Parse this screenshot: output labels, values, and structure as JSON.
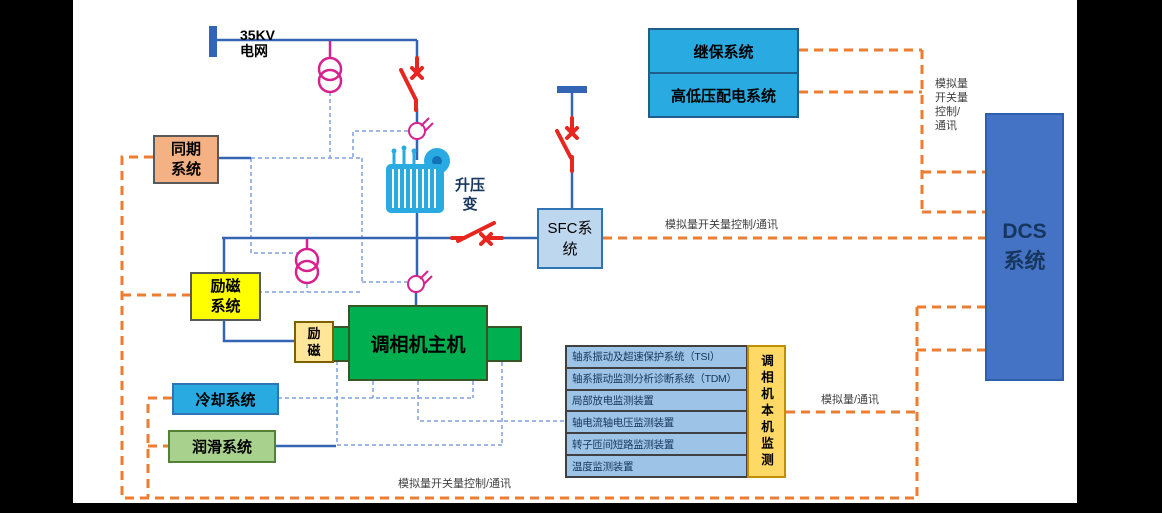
{
  "diagram": {
    "grid_label": "35KV\n电网",
    "transformer_label": "升压\n变",
    "nodes": {
      "sync": "同期系统",
      "excitation": "励磁系统",
      "excitation_small": "励磁",
      "main_machine": "调相机主机",
      "cooling": "冷却系统",
      "lubrication": "润滑系统",
      "sfc": "SFC系统",
      "relay": "继保系统",
      "distribution": "高低压配电系统",
      "dcs": "DCS 系统"
    },
    "monitoring": {
      "rows": [
        "轴系振动及超速保护系统（TSI）",
        "轴系振动监测分析诊断系统（TDM）",
        "局部放电监测装置",
        "轴电流轴电压监测装置",
        "转子匝间短路监测装置",
        "温度监测装置"
      ],
      "side_label": "调相机本机监测"
    },
    "link_labels": {
      "sfc_dcs": "模拟量开关量控制/通讯",
      "bottom": "模拟量开关量控制/通讯",
      "monitor_dcs": "模拟量/通讯",
      "top_right": "模拟量\n开关量\n控制/\n通讯"
    },
    "colors": {
      "orange": "#ED7D31",
      "blue_line": "#3465B4",
      "dashed_blue": "#7F9FDB",
      "red": "#E8251F",
      "pink": "#D6218F",
      "cyan_box": "#29ABE2",
      "green_box": "#00B050",
      "yellow_box": "#FFFF00",
      "peach_box": "#F4B183",
      "lightgreen_box": "#A9D18E",
      "lightblue_box": "#BDD7EE",
      "table_blue": "#9DC3E6",
      "gold_box": "#FFD966",
      "dcs_blue": "#4472C4"
    }
  }
}
